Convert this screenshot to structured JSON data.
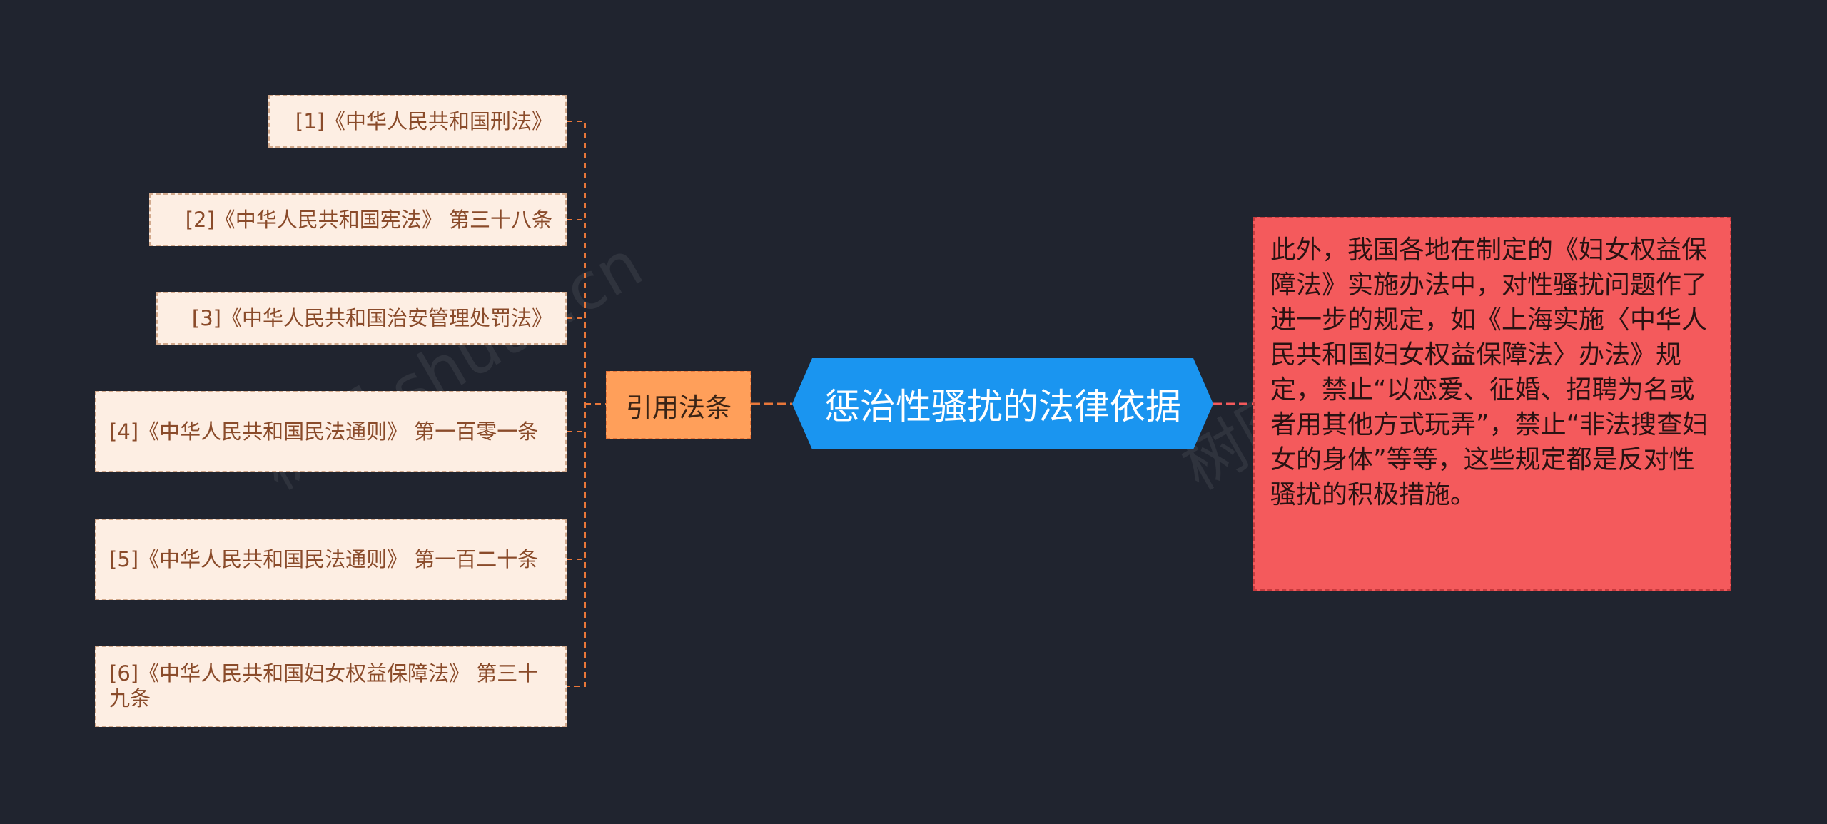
{
  "central_topic": "惩治性骚扰的法律依据",
  "branch": {
    "label": "引用法条",
    "items": [
      "[1]《中华人民共和国刑法》",
      "[2]《中华人民共和国宪法》 第三十八条",
      "[3]《中华人民共和国治安管理处罚法》",
      "[4]《中华人民共和国民法通则》 第一百零一条",
      "[5]《中华人民共和国民法通则》 第一百二十条",
      "[6]《中华人民共和国妇女权益保障法》 第三十九条"
    ]
  },
  "note": {
    "text": "此外，我国各地在制定的《妇女权益保障法》实施办法中，对性骚扰问题作了进一步的规定，如《上海实施〈中华人民共和国妇女权益保障法〉办法》规定，禁止“以恋爱、征婚、招聘为名或者用其他方式玩弄”，禁止“非法搜查妇女的身体”等等，这些规定都是反对性骚扰的积极措施。"
  },
  "watermark": "树图 shutu.cn",
  "colors": {
    "background": "#20242f",
    "central": "#1a95f0",
    "branch": "#ff9f5a",
    "leaf": "#fdeee3",
    "note": "#f45a5c",
    "left_connector": "#e8773a",
    "right_connector": "#f45a5c"
  }
}
